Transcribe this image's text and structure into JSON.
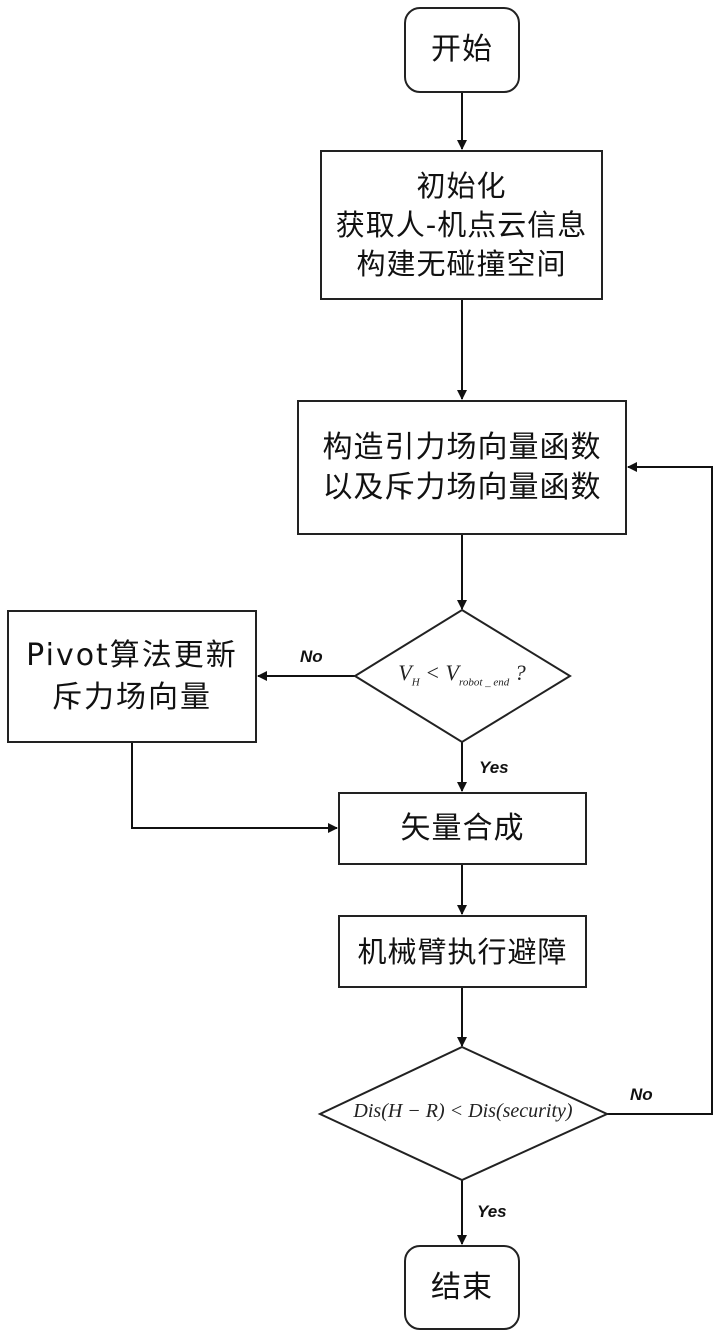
{
  "diagram": {
    "type": "flowchart",
    "nodes": {
      "start": {
        "text": "开始"
      },
      "init": {
        "lines": [
          "初始化",
          "获取人-机点云信息",
          "构建无碰撞空间"
        ]
      },
      "construct": {
        "lines": [
          "构造引力场向量函数",
          "以及斥力场向量函数"
        ]
      },
      "decision1": {
        "var1": "V",
        "sub1": "H",
        "op": " < ",
        "var2": "V",
        "sub2": "robot _ end",
        "suffix": " ?"
      },
      "pivot": {
        "lines": [
          "Pivot算法更新",
          "斥力场向量"
        ]
      },
      "synthesis": {
        "text": "矢量合成"
      },
      "execute": {
        "text": "机械臂执行避障"
      },
      "decision2": {
        "text": "Dis(H − R) < Dis(security)"
      },
      "end": {
        "text": "结束"
      }
    },
    "edge_labels": {
      "d1_no": "No",
      "d1_yes": "Yes",
      "d2_no": "No",
      "d2_yes": "Yes"
    },
    "edges": [
      {
        "from": "start",
        "to": "init"
      },
      {
        "from": "init",
        "to": "construct"
      },
      {
        "from": "construct",
        "to": "decision1"
      },
      {
        "from": "decision1",
        "to": "pivot",
        "label": "No"
      },
      {
        "from": "decision1",
        "to": "synthesis",
        "label": "Yes"
      },
      {
        "from": "pivot",
        "to": "synthesis"
      },
      {
        "from": "synthesis",
        "to": "execute"
      },
      {
        "from": "execute",
        "to": "decision2"
      },
      {
        "from": "decision2",
        "to": "construct",
        "label": "No"
      },
      {
        "from": "decision2",
        "to": "end",
        "label": "Yes"
      }
    ]
  }
}
